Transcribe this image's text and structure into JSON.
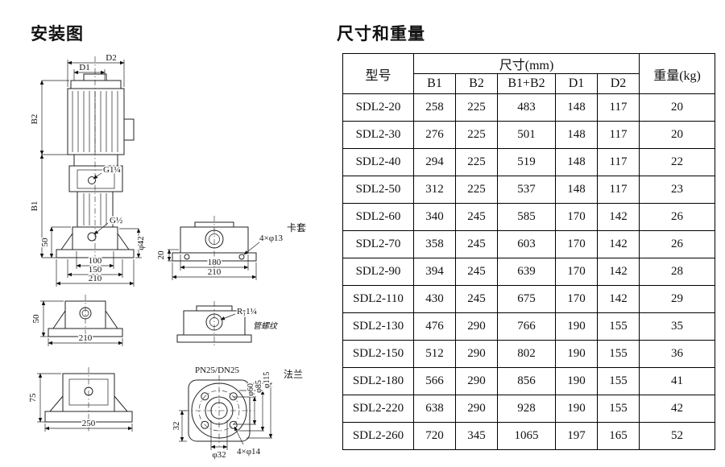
{
  "installation": {
    "title": "安装图",
    "main_view": {
      "d1": "D1",
      "d2": "D2",
      "b1": "B1",
      "b2": "B2",
      "port_top": "G1¼",
      "port_side": "G½",
      "dim_50": "50",
      "dim_100": "100",
      "dim_150": "150",
      "dim_210": "210",
      "dim_phi42": "φ42"
    },
    "clamp_view": {
      "dim_20": "20",
      "dim_180": "180",
      "dim_210": "210",
      "holes": "4×φ13",
      "note": "卡套"
    },
    "side_view_small": {
      "dim_50": "50",
      "dim_210": "210"
    },
    "thread_view": {
      "thread": "R₁1¼",
      "note": "管螺纹"
    },
    "side_view_large": {
      "dim_75": "75",
      "dim_250": "250"
    },
    "flange_view": {
      "rating": "PN25/DN25",
      "note": "法兰",
      "dim_32": "32",
      "dim_phi60": "φ60",
      "dim_phi85": "φ85",
      "dim_phi115": "φ115",
      "dim_phi32": "φ32",
      "holes": "4×φ14"
    }
  },
  "dimensions": {
    "title": "尺寸和重量",
    "table": {
      "model_header": "型号",
      "dims_header": "尺寸(mm)",
      "weight_header": "重量(kg)",
      "sub_headers": [
        "B1",
        "B2",
        "B1+B2",
        "D1",
        "D2"
      ],
      "rows": [
        [
          "SDL2-20",
          "258",
          "225",
          "483",
          "148",
          "117",
          "20"
        ],
        [
          "SDL2-30",
          "276",
          "225",
          "501",
          "148",
          "117",
          "20"
        ],
        [
          "SDL2-40",
          "294",
          "225",
          "519",
          "148",
          "117",
          "22"
        ],
        [
          "SDL2-50",
          "312",
          "225",
          "537",
          "148",
          "117",
          "23"
        ],
        [
          "SDL2-60",
          "340",
          "245",
          "585",
          "170",
          "142",
          "26"
        ],
        [
          "SDL2-70",
          "358",
          "245",
          "603",
          "170",
          "142",
          "26"
        ],
        [
          "SDL2-90",
          "394",
          "245",
          "639",
          "170",
          "142",
          "28"
        ],
        [
          "SDL2-110",
          "430",
          "245",
          "675",
          "170",
          "142",
          "29"
        ],
        [
          "SDL2-130",
          "476",
          "290",
          "766",
          "190",
          "155",
          "35"
        ],
        [
          "SDL2-150",
          "512",
          "290",
          "802",
          "190",
          "155",
          "36"
        ],
        [
          "SDL2-180",
          "566",
          "290",
          "856",
          "190",
          "155",
          "41"
        ],
        [
          "SDL2-220",
          "638",
          "290",
          "928",
          "190",
          "155",
          "42"
        ],
        [
          "SDL2-260",
          "720",
          "345",
          "1065",
          "197",
          "165",
          "52"
        ]
      ]
    }
  }
}
